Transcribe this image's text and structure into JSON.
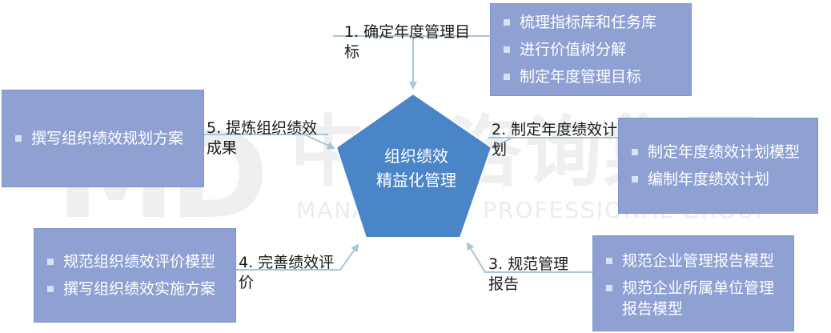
{
  "watermark": {
    "logo_text": "MD",
    "cn_text": "中大咨询集团",
    "en_text": "MANAGEMENT PROFESSIONAL GROUP"
  },
  "center": {
    "line1": "组织绩效",
    "line2": "精益化管理"
  },
  "steps": [
    {
      "label": "1. 确定年度管理目标",
      "items": [
        "梳理指标库和任务库",
        "进行价值树分解",
        "制定年度管理目标"
      ]
    },
    {
      "label": "2. 制定年度绩效计划",
      "items": [
        "制定年度绩效计划模型",
        "编制年度绩效计划"
      ]
    },
    {
      "label": "3. 规范管理报告",
      "items": [
        "规范企业管理报告模型",
        "规范企业所属单位管理报告模型"
      ]
    },
    {
      "label": "4. 完善绩效评价",
      "items": [
        "规范组织绩效评价模型",
        "撰写组织绩效实施方案"
      ]
    },
    {
      "label": "5. 提炼组织绩效成果",
      "items": [
        "撰写组织绩效规划方案"
      ]
    }
  ],
  "colors": {
    "pentagon": "#4a85c8",
    "box_fill": "#8ea1d2",
    "connector": "#a9c5d8",
    "bullet": "#d7e3f4"
  }
}
